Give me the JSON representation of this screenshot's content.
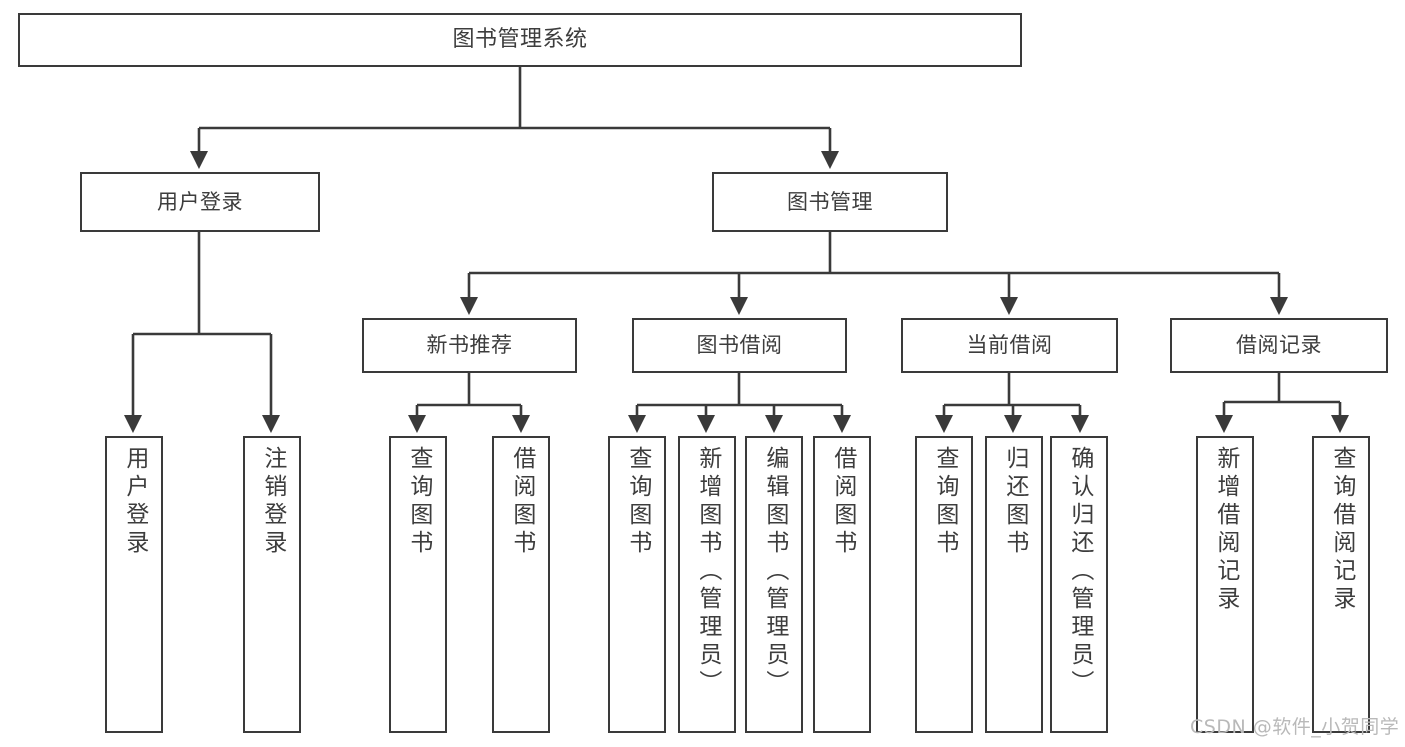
{
  "diagram": {
    "title": "图书管理系统",
    "type": "功能结构图",
    "watermark": "CSDN @软件_小贺同学",
    "colors": {
      "border": "#3a3a3a",
      "text": "#3d3d3d",
      "background": "#ffffff",
      "watermark": "#b9b9b9"
    },
    "root": {
      "label": "图书管理系统"
    },
    "level2": [
      {
        "label": "用户登录"
      },
      {
        "label": "图书管理"
      }
    ],
    "level3": [
      {
        "label": "新书推荐"
      },
      {
        "label": "图书借阅"
      },
      {
        "label": "当前借阅"
      },
      {
        "label": "借阅记录"
      }
    ],
    "leaves": {
      "user_login": [
        {
          "label": "用户登录"
        },
        {
          "label": "注销登录"
        }
      ],
      "new_book_recommend": [
        {
          "label": "查询图书"
        },
        {
          "label": "借阅图书"
        }
      ],
      "book_borrow": [
        {
          "label": "查询图书"
        },
        {
          "label": "新增图书（管理员）"
        },
        {
          "label": "编辑图书（管理员）"
        },
        {
          "label": "借阅图书"
        }
      ],
      "current_borrow": [
        {
          "label": "查询图书"
        },
        {
          "label": "归还图书"
        },
        {
          "label": "确认归还（管理员）"
        }
      ],
      "borrow_record": [
        {
          "label": "新增借阅记录"
        },
        {
          "label": "查询借阅记录"
        }
      ]
    }
  }
}
